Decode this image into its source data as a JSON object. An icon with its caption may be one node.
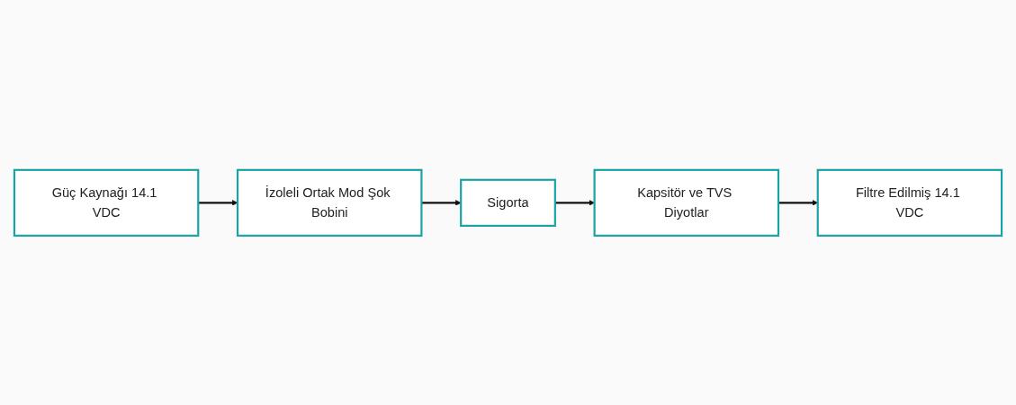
{
  "diagram": {
    "nodes": [
      {
        "text": [
          "Güç Kaynağı 14.1 VDC"
        ]
      },
      {
        "text": [
          "İzoleli Ortak Mod Şok Bobini"
        ]
      },
      {
        "text": [
          "Sigorta"
        ]
      },
      {
        "text": [
          "Filtre Edilmiş 14.1 VDC"
        ]
      },
      {
        "text": [
          "Kapsitör ve TVS Diyotlar"
        ]
      }
    ],
    "edges": [
      {
        "from": 0,
        "to": 1,
        "arrow": "to"
      },
      {
        "from": 1,
        "to": 2,
        "arrow": "to"
      },
      {
        "from": 2,
        "to": 4,
        "arrow": "to"
      },
      {
        "from": 4,
        "to": 3,
        "arrow": "to"
      }
    ]
  }
}
